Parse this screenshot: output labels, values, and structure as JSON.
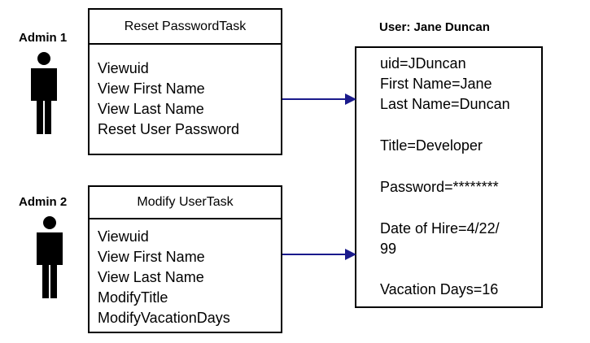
{
  "admin1": {
    "label": "Admin  1",
    "task_title": "Reset PasswordTask",
    "items": [
      "Viewuid",
      "View First Name",
      "View Last Name",
      "Reset  User  Password"
    ]
  },
  "admin2": {
    "label": "Admin  2",
    "task_title": "Modify UserTask",
    "items": [
      "Viewuid",
      "View First Name",
      "View Last Name",
      "ModifyTitle",
      "ModifyVacationDays"
    ]
  },
  "user": {
    "title": "User: Jane Duncan",
    "uid": "uid=JDuncan",
    "first_name": "First Name=Jane",
    "last_name": "Last Name=Duncan",
    "job_title": "Title=Developer",
    "password": "Password=********",
    "date_of_hire_line1": "Date of Hire=4/22/",
    "date_of_hire_line2": "99",
    "vacation_days": "Vacation Days=16"
  }
}
